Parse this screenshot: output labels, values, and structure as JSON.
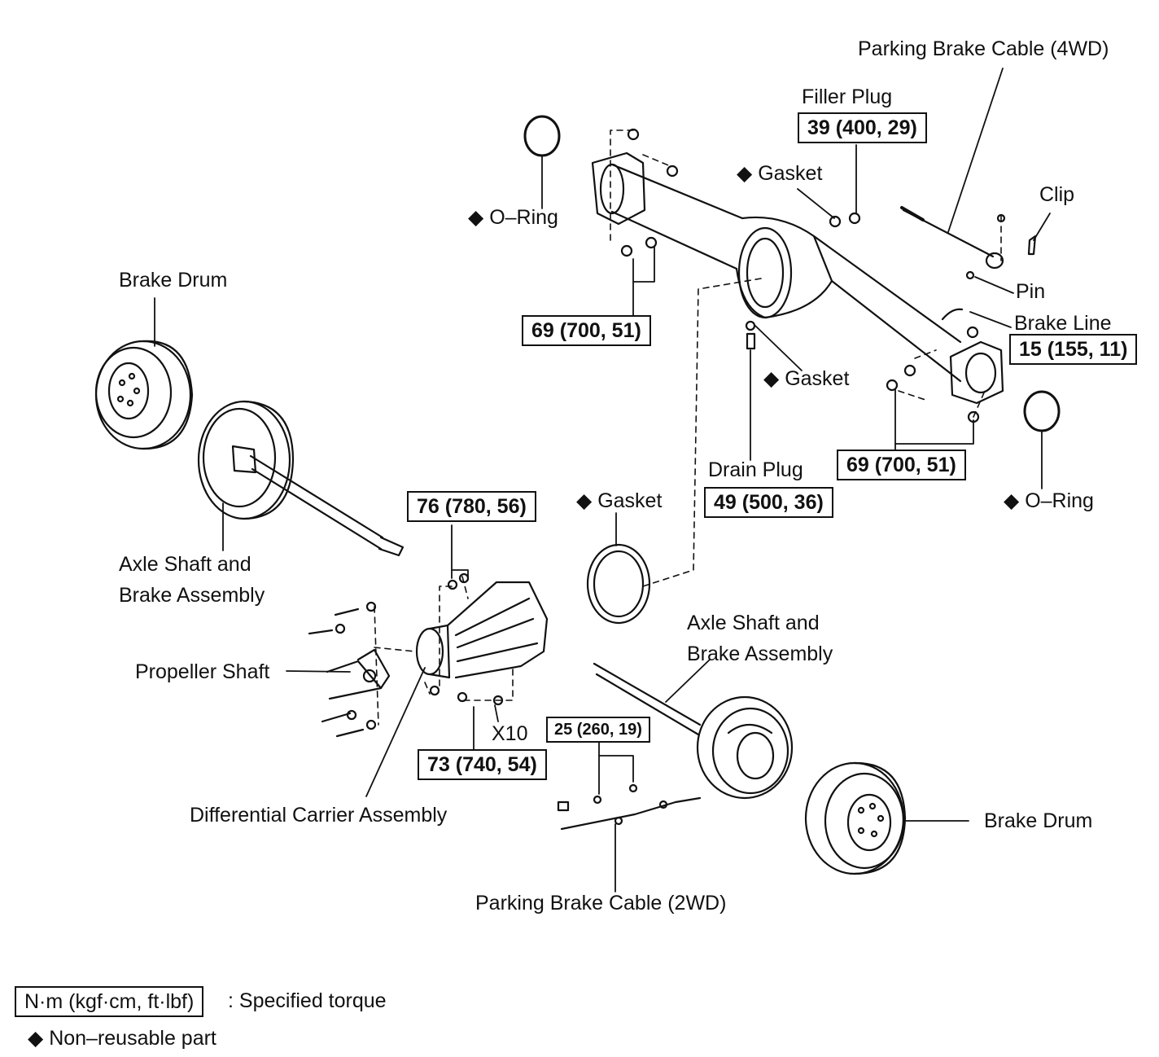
{
  "labels": {
    "parking_brake_cable_4wd": "Parking Brake Cable (4WD)",
    "filler_plug": "Filler Plug",
    "gasket_filler": "Gasket",
    "clip": "Clip",
    "o_ring_left": "O–Ring",
    "pin": "Pin",
    "brake_line": "Brake Line",
    "brake_drum_left": "Brake Drum",
    "gasket_drain": "Gasket",
    "o_ring_right": "O–Ring",
    "drain_plug": "Drain Plug",
    "gasket_carrier": "Gasket",
    "axle_shaft_left_line1": "Axle Shaft and",
    "axle_shaft_left_line2": "Brake Assembly",
    "axle_shaft_right_line1": "Axle Shaft and",
    "axle_shaft_right_line2": "Brake Assembly",
    "propeller_shaft": "Propeller Shaft",
    "x10": "X10",
    "differential_carrier": "Differential Carrier Assembly",
    "brake_drum_right": "Brake Drum",
    "parking_brake_cable_2wd": "Parking Brake Cable (2WD)"
  },
  "torques": {
    "filler_plug": "39 (400, 29)",
    "housing_left_nuts": "69 (700, 51)",
    "brake_line": "15 (155, 11)",
    "housing_right_nuts": "69 (700, 51)",
    "drain_plug": "49 (500, 36)",
    "carrier_top": "76 (780, 56)",
    "carrier_bottom": "73 (740, 54)",
    "cable_bolts": "25 (260, 19)"
  },
  "legend": {
    "torque_unit": "N·m (kgf·cm, ft·lbf)",
    "torque_desc": ": Specified torque",
    "non_reusable_symbol": "◆",
    "non_reusable_desc": "Non–reusable part"
  }
}
